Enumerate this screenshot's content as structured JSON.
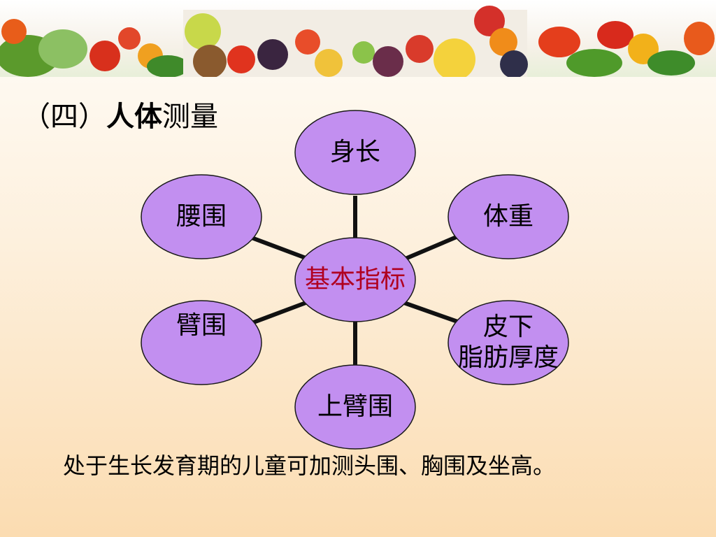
{
  "title": {
    "prefix": "（四）",
    "bold_part": "人体",
    "rest": "测量"
  },
  "diagram": {
    "center": "基本指标",
    "nodes": [
      "身长",
      "体重",
      "皮下\n脂肪厚度",
      "上臂围",
      "臂围",
      "腰围"
    ]
  },
  "footer": "处于生长发育期的儿童可加测头围、胸围及坐高。",
  "colors": {
    "ellipse_fill": "#c28ff0",
    "ellipse_stroke": "#1a1a1a",
    "center_text": "#b00020"
  }
}
